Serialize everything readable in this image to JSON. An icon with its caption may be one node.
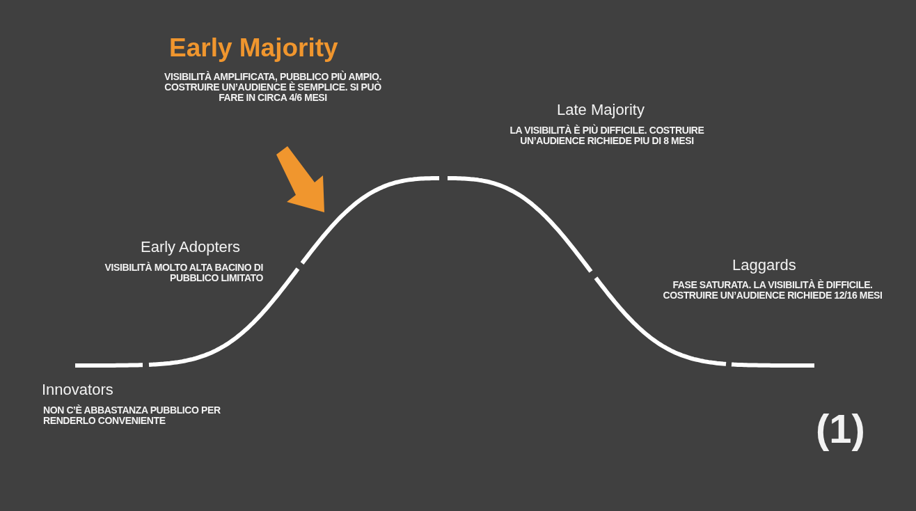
{
  "diagram": {
    "labels": [
      "Early Majority",
      "VISIBILITÀ AMPLIFICATA, PUBBLICO PIÙ AMPIO. COSTRUIRE UN’AUDIENCE È SEMPLICE. SI PUÒ FARE IN CIRCA 4/6 MESI",
      "Late Majority",
      "LA VISIBILITÀ È PIÙ DIFFICILE. COSTRUIRE UN’AUDIENCE RICHIEDE PIU DI 8 MESI",
      "Early Adopters",
      "VISIBILITÀ MOLTO ALTA BACINO DI PUBBLICO LIMITATO",
      "Laggards",
      "FASE SATURATA. LA VISIBILITÀ È DIFFICILE. COSTRUIRE UN’AUDIENCE RICHIEDE 12/16 MESI",
      "Innovators",
      "NON C’È ABBASTANZA PUBBLICO PER RENDERLO CONVENIENTE",
      "(1)"
    ]
  }
}
